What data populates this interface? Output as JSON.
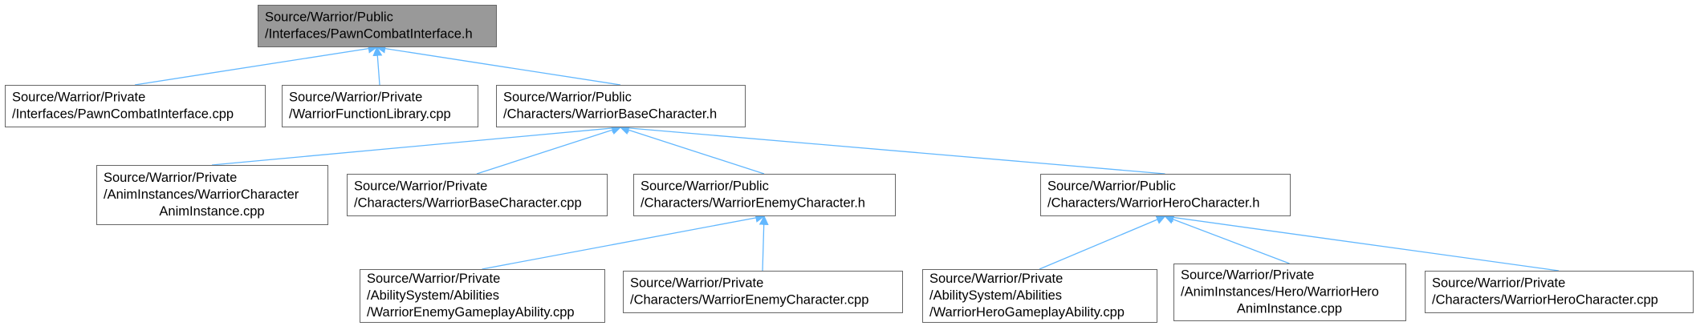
{
  "colors": {
    "edge": "#63b8ff",
    "node_border": "#666666",
    "node_fill": "#ffffff",
    "root_fill": "#999999",
    "root_border": "#666666",
    "text": "#000000"
  },
  "nodes": [
    {
      "id": "pawn_combat_interface_h",
      "root": true,
      "lines": [
        "Source/Warrior/Public",
        "/Interfaces/PawnCombatInterface.h"
      ]
    },
    {
      "id": "pawn_combat_interface_cpp",
      "lines": [
        "Source/Warrior/Private",
        "/Interfaces/PawnCombatInterface.cpp"
      ]
    },
    {
      "id": "warrior_function_library_cpp",
      "lines": [
        "Source/Warrior/Private",
        "/WarriorFunctionLibrary.cpp"
      ]
    },
    {
      "id": "warrior_base_character_h",
      "lines": [
        "Source/Warrior/Public",
        "/Characters/WarriorBaseCharacter.h"
      ]
    },
    {
      "id": "warrior_character_anim_instance_cpp",
      "lines": [
        "Source/Warrior/Private",
        "/AnimInstances/WarriorCharacter",
        "AnimInstance.cpp"
      ]
    },
    {
      "id": "warrior_base_character_cpp",
      "lines": [
        "Source/Warrior/Private",
        "/Characters/WarriorBaseCharacter.cpp"
      ]
    },
    {
      "id": "warrior_enemy_character_h",
      "lines": [
        "Source/Warrior/Public",
        "/Characters/WarriorEnemyCharacter.h"
      ]
    },
    {
      "id": "warrior_hero_character_h",
      "lines": [
        "Source/Warrior/Public",
        "/Characters/WarriorHeroCharacter.h"
      ]
    },
    {
      "id": "warrior_enemy_gameplay_ability_cpp",
      "lines": [
        "Source/Warrior/Private",
        "/AbilitySystem/Abilities",
        "/WarriorEnemyGameplayAbility.cpp"
      ]
    },
    {
      "id": "warrior_enemy_character_cpp",
      "lines": [
        "Source/Warrior/Private",
        "/Characters/WarriorEnemyCharacter.cpp"
      ]
    },
    {
      "id": "warrior_hero_gameplay_ability_cpp",
      "lines": [
        "Source/Warrior/Private",
        "/AbilitySystem/Abilities",
        "/WarriorHeroGameplayAbility.cpp"
      ]
    },
    {
      "id": "warrior_hero_anim_instance_cpp",
      "lines": [
        "Source/Warrior/Private",
        "/AnimInstances/Hero/WarriorHero",
        "AnimInstance.cpp"
      ]
    },
    {
      "id": "warrior_hero_character_cpp",
      "lines": [
        "Source/Warrior/Private",
        "/Characters/WarriorHeroCharacter.cpp"
      ]
    }
  ],
  "edges": [
    {
      "from": "pawn_combat_interface_cpp",
      "to": "pawn_combat_interface_h"
    },
    {
      "from": "warrior_function_library_cpp",
      "to": "pawn_combat_interface_h"
    },
    {
      "from": "warrior_base_character_h",
      "to": "pawn_combat_interface_h"
    },
    {
      "from": "warrior_character_anim_instance_cpp",
      "to": "warrior_base_character_h"
    },
    {
      "from": "warrior_base_character_cpp",
      "to": "warrior_base_character_h"
    },
    {
      "from": "warrior_enemy_character_h",
      "to": "warrior_base_character_h"
    },
    {
      "from": "warrior_hero_character_h",
      "to": "warrior_base_character_h"
    },
    {
      "from": "warrior_enemy_gameplay_ability_cpp",
      "to": "warrior_enemy_character_h"
    },
    {
      "from": "warrior_enemy_character_cpp",
      "to": "warrior_enemy_character_h"
    },
    {
      "from": "warrior_hero_gameplay_ability_cpp",
      "to": "warrior_hero_character_h"
    },
    {
      "from": "warrior_hero_anim_instance_cpp",
      "to": "warrior_hero_character_h"
    },
    {
      "from": "warrior_hero_character_cpp",
      "to": "warrior_hero_character_h"
    }
  ]
}
